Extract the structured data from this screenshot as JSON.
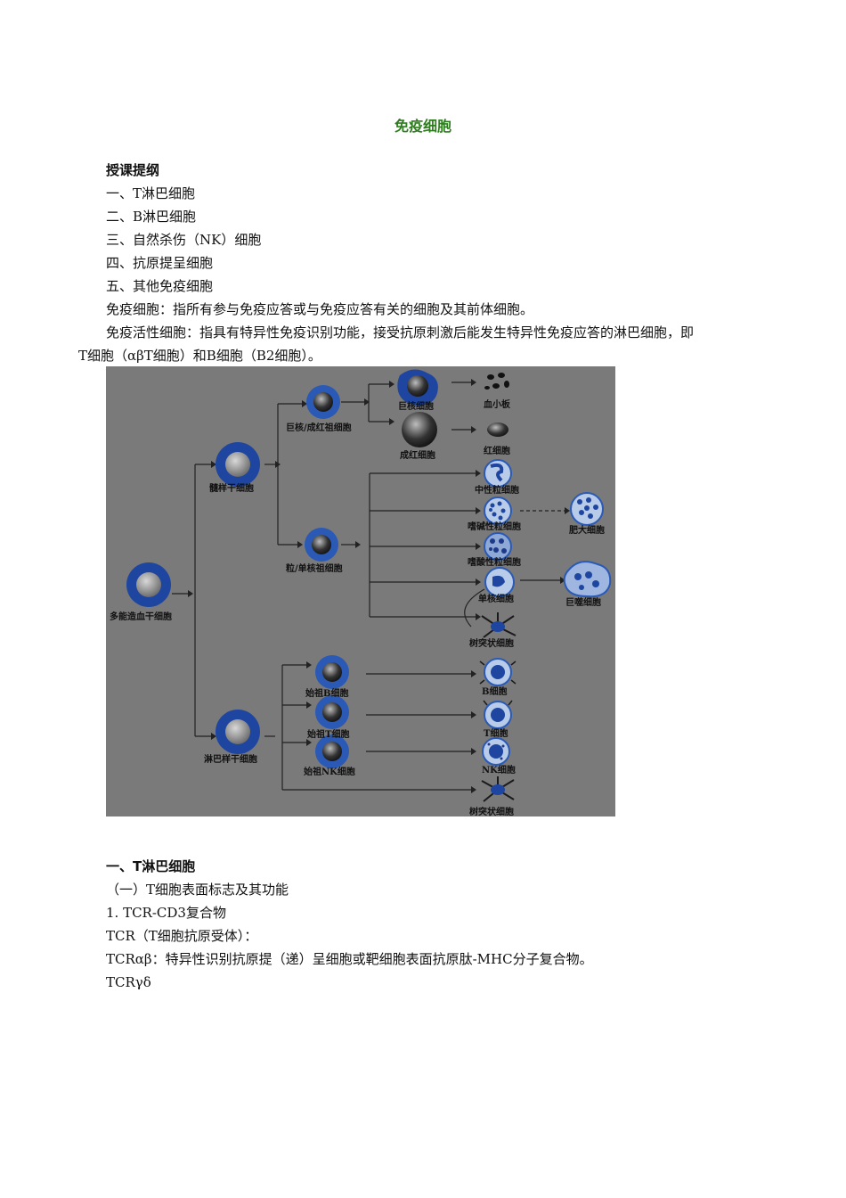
{
  "title": "免疫细胞",
  "outline": {
    "heading": "授课提纲",
    "items": [
      "一、T淋巴细胞",
      "二、B淋巴细胞",
      "三、自然杀伤（NK）细胞",
      "四、抗原提呈细胞",
      "五、其他免疫细胞"
    ]
  },
  "definitions": {
    "immune_cell": "免疫细胞：指所有参与免疫应答或与免疫应答有关的细胞及其前体细胞。",
    "active_cell_line1": "免疫活性细胞：指具有特异性免疫识别功能，接受抗原刺激后能发生特异性免疫应答的淋巴细胞，即",
    "active_cell_line2": "T细胞（αβT细胞）和B细胞（B2细胞）。"
  },
  "figure": {
    "labels": {
      "stem": "多能造血干细胞",
      "myeloid": "髓样干细胞",
      "lymphoid": "淋巴样干细胞",
      "mk_erythro": "巨核/成红祖细胞",
      "gm": "粒/单核祖细胞",
      "megakaryocyte": "巨核细胞",
      "erythroblast": "成红细胞",
      "platelet": "血小板",
      "rbc": "红细胞",
      "neutrophil": "中性粒细胞",
      "basophil": "嗜碱性粒细胞",
      "mast": "肥大细胞",
      "eosinophil": "嗜酸性粒细胞",
      "monocyte": "单核细胞",
      "macrophage": "巨噬细胞",
      "dc1": "树突状细胞",
      "pro_b": "始祖B细胞",
      "pro_t": "始祖T细胞",
      "pro_nk": "始祖NK细胞",
      "b_cell": "B细胞",
      "t_cell": "T细胞",
      "nk_cell": "NK细胞",
      "dc2": "树突状细胞"
    }
  },
  "section1": {
    "heading": "一、T淋巴细胞",
    "sub1": "（一）T细胞表面标志及其功能",
    "item1": "1. TCR-CD3复合物",
    "tcr": "TCR（T细胞抗原受体）：",
    "tcr_ab": "TCRαβ：特异性识别抗原提（递）呈细胞或靶细胞表面抗原肽-MHC分子复合物。",
    "tcr_gd": "TCRγδ"
  }
}
